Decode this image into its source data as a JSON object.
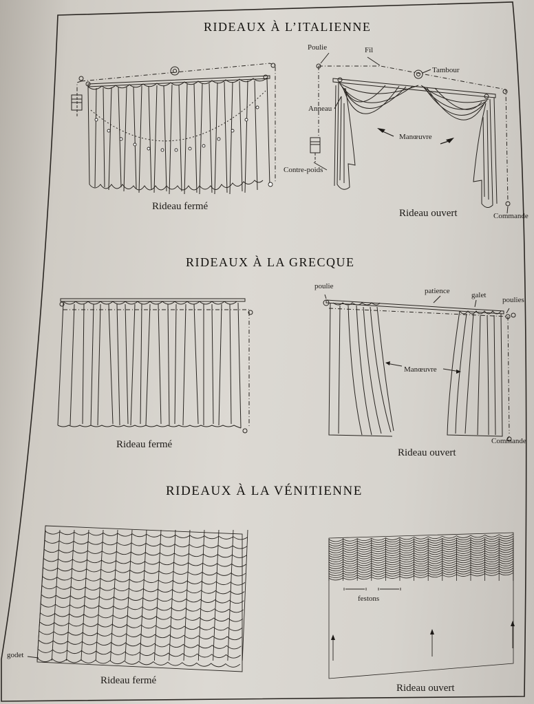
{
  "sections": {
    "italienne": {
      "title": "RIDEAUX À L’ITALIENNE",
      "caption_closed": "Rideau fermé",
      "caption_open": "Rideau ouvert",
      "labels": {
        "poulie": "Poulie",
        "fil": "Fil",
        "tambour": "Tambour",
        "anneau": "Anneau",
        "manoeuvre": "Manœuvre",
        "contrepoids": "Contre-poids",
        "commande": "Commande"
      }
    },
    "grecque": {
      "title": "RIDEAUX  À LA GRECQUE",
      "caption_closed": "Rideau fermé",
      "caption_open": "Rideau ouvert",
      "labels": {
        "poulie": "poulie",
        "patience": "patience",
        "galet": "galet",
        "poulies": "poulies",
        "manoeuvre": "Manœuvre",
        "commande": "Commande"
      }
    },
    "venitienne": {
      "title": "RIDEAUX À LA VÉNITIENNE",
      "caption_closed": "Rideau fermé",
      "caption_open": "Rideau ouvert",
      "labels": {
        "festons": "festons",
        "godet": "godet"
      }
    }
  }
}
